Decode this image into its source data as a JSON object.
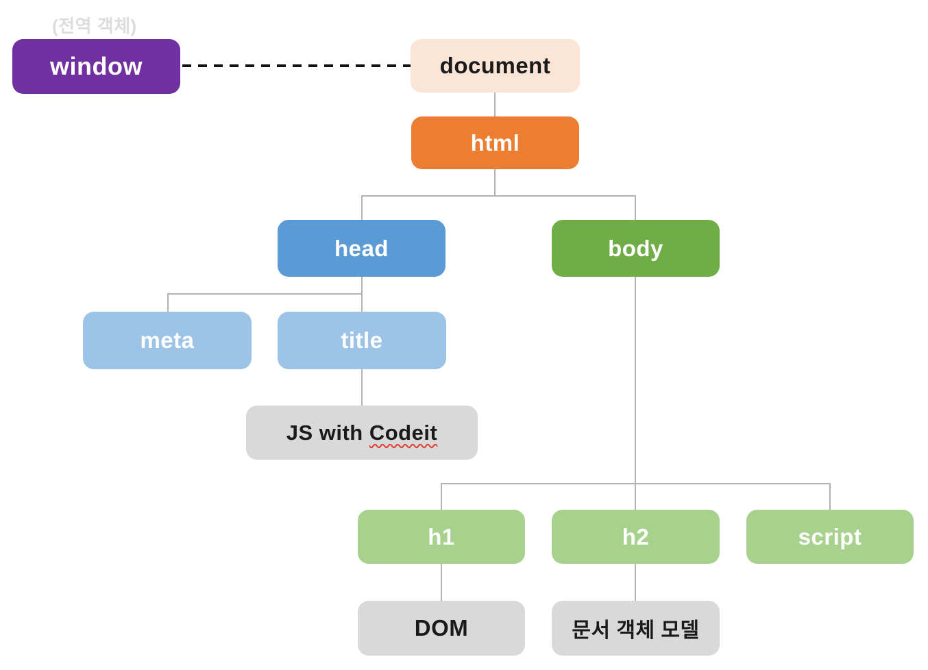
{
  "annotation": {
    "window_note": "(전역 객체)"
  },
  "nodes": {
    "window": {
      "label": "window",
      "color": "#7030A0",
      "text_color": "#FFFFFF"
    },
    "document": {
      "label": "document",
      "color": "#FBE5D6",
      "text_color": "#1A1A1A"
    },
    "html": {
      "label": "html",
      "color": "#ED7D31",
      "text_color": "#FFFFFF"
    },
    "head": {
      "label": "head",
      "color": "#5B9BD5",
      "text_color": "#FFFFFF"
    },
    "body": {
      "label": "body",
      "color": "#70AD47",
      "text_color": "#FFFFFF"
    },
    "meta": {
      "label": "meta",
      "color": "#9DC3E6",
      "text_color": "#FFFFFF"
    },
    "title": {
      "label": "title",
      "color": "#9DC3E6",
      "text_color": "#FFFFFF"
    },
    "title_value": {
      "prefix": "JS with ",
      "underlined_word": "Codeit",
      "color": "#D9D9D9",
      "text_color": "#1A1A1A"
    },
    "h1": {
      "label": "h1",
      "color": "#A9D18E",
      "text_color": "#FFFFFF"
    },
    "h2": {
      "label": "h2",
      "color": "#A9D18E",
      "text_color": "#FFFFFF"
    },
    "script": {
      "label": "script",
      "color": "#A9D18E",
      "text_color": "#FFFFFF"
    },
    "h1_value": {
      "label": "DOM",
      "color": "#D9D9D9",
      "text_color": "#1A1A1A"
    },
    "h2_value": {
      "label": "문서 객체 모델",
      "color": "#D9D9D9",
      "text_color": "#1A1A1A"
    }
  },
  "edges": [
    {
      "from": "window",
      "to": "document",
      "style": "dashed"
    },
    {
      "from": "document",
      "to": "html",
      "style": "solid"
    },
    {
      "from": "html",
      "to": "head",
      "style": "solid"
    },
    {
      "from": "html",
      "to": "body",
      "style": "solid"
    },
    {
      "from": "head",
      "to": "meta",
      "style": "solid"
    },
    {
      "from": "head",
      "to": "title",
      "style": "solid"
    },
    {
      "from": "title",
      "to": "JS with Codeit",
      "style": "solid"
    },
    {
      "from": "body",
      "to": "h1",
      "style": "solid"
    },
    {
      "from": "body",
      "to": "h2",
      "style": "solid"
    },
    {
      "from": "body",
      "to": "script",
      "style": "solid"
    },
    {
      "from": "h1",
      "to": "DOM",
      "style": "solid"
    },
    {
      "from": "h2",
      "to": "문서 객체 모델",
      "style": "solid"
    }
  ],
  "colors": {
    "connector": "#B3B3B3",
    "dashed_connector": "#111111",
    "note_text": "#DCDCDC",
    "misspell_underline": "#E03C31",
    "background": "#FFFFFF"
  }
}
